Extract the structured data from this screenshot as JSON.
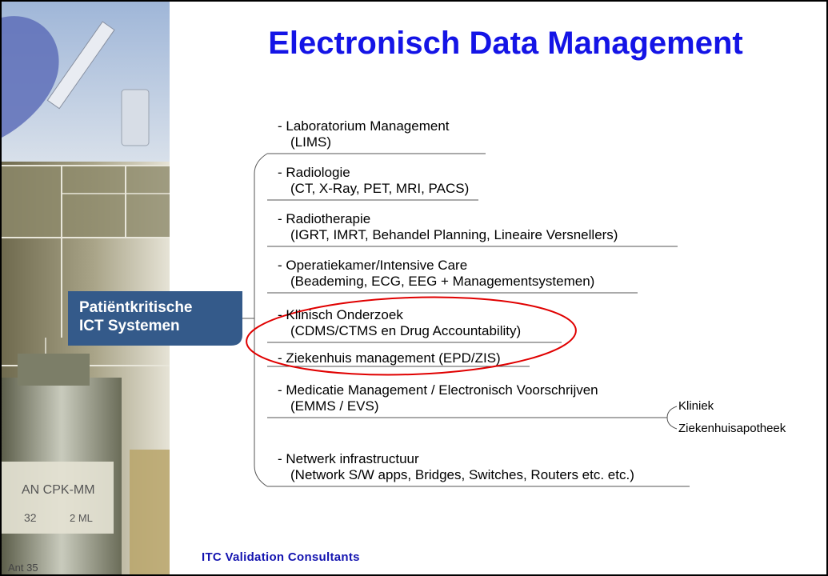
{
  "title": "Electronisch Data Management",
  "root_label_line1": "Patiëntkritische",
  "root_label_line2": "ICT Systemen",
  "branches": [
    {
      "label": "- Laboratorium  Management",
      "sub": "(LIMS)"
    },
    {
      "label": "- Radiologie",
      "sub": "(CT, X-Ray, PET, MRI, PACS)"
    },
    {
      "label": "- Radiotherapie",
      "sub": "(IGRT, IMRT, Behandel Planning, Lineaire Versnellers)"
    },
    {
      "label": "- Operatiekamer/Intensive  Care",
      "sub": "(Beademing, ECG, EEG + Managementsystemen)"
    },
    {
      "label": "- Klinisch  Onderzoek",
      "sub": "(CDMS/CTMS en Drug Accountability)"
    },
    {
      "label": "- Ziekenhuis management (EPD/ZIS)",
      "sub": ""
    },
    {
      "label": "- Medicatie Management / Electronisch Voorschrijven",
      "sub": "(EMMS / EVS)"
    },
    {
      "label": "- Netwerk  infrastructuur",
      "sub": "(Network S/W apps, Bridges, Switches, Routers etc. etc.)"
    }
  ],
  "medicatie_children": [
    "Kliniek",
    "Ziekenhuisapotheek"
  ],
  "highlighted_branch": "- Klinisch  Onderzoek",
  "footer": "ITC Validation Consultants",
  "photo_labels": {
    "vial_label": "AN CPK-MM",
    "vial_number": "32",
    "vial_small": "2 ML",
    "vial_bottom": "Ant 35"
  },
  "colors": {
    "title": "#1414e6",
    "footer": "#1414b0",
    "highlight_ellipse": "#e00000",
    "root_fill": "#345a8a",
    "connector": "#555555"
  }
}
